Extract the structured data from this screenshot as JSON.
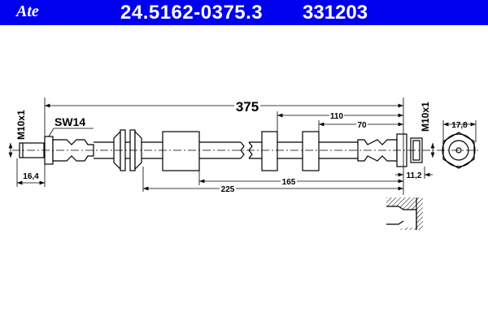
{
  "header": {
    "logo": "Ate",
    "part_number": "24.5162-0375.3",
    "code": "331203"
  },
  "dimensions": {
    "total": "375",
    "d110": "110",
    "d70": "70",
    "d165": "165",
    "d225": "225",
    "d16_4": "16,4",
    "d11_2": "11,2",
    "d17_8": "17,8",
    "thread_left": "M10x1",
    "thread_right": "M10x1",
    "wrench": "SW14"
  },
  "colors": {
    "header": "#0000ee"
  }
}
